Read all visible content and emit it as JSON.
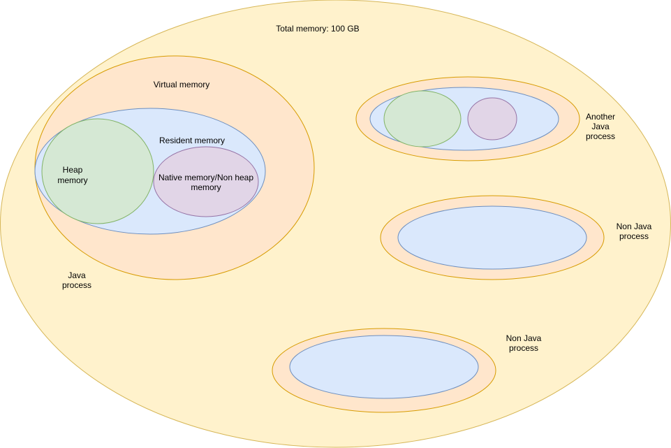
{
  "diagram": {
    "total_memory_label": "Total memory: 100 GB",
    "java_process": {
      "label_line1": "Java",
      "label_line2": "process",
      "virtual_memory_label": "Virtual memory",
      "resident_memory_label": "Resident memory",
      "heap_label_line1": "Heap",
      "heap_label_line2": "memory",
      "native_label_line1": "Native memory/Non heap",
      "native_label_line2": "memory"
    },
    "another_java_process": {
      "label_line1": "Another",
      "label_line2": "Java",
      "label_line3": "process"
    },
    "non_java_process_1": {
      "label_line1": "Non Java",
      "label_line2": "process"
    },
    "non_java_process_2": {
      "label_line1": "Non Java",
      "label_line2": "process"
    }
  },
  "colors": {
    "total_fill": "#fff2cc",
    "total_stroke": "#d6b656",
    "process_fill": "#ffe6cc",
    "process_stroke": "#d79b00",
    "resident_fill": "#dae8fc",
    "resident_stroke": "#6c8ebf",
    "heap_fill": "#d5e8d4",
    "heap_stroke": "#82b366",
    "native_fill": "#e1d5e7",
    "native_stroke": "#9673a6"
  }
}
